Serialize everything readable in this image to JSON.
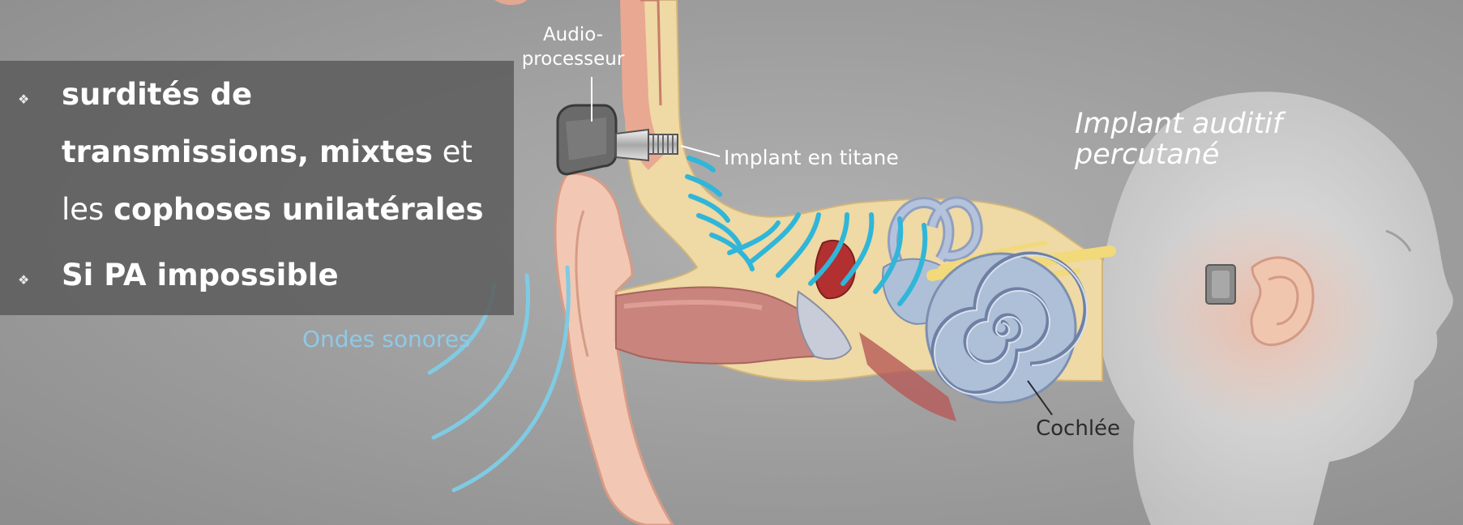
{
  "bullets": [
    {
      "lines": [
        {
          "bold": "surdités de"
        },
        {
          "bold": "transmissions, mixtes",
          "normal": " et"
        },
        {
          "normal_prefix": "les ",
          "bold": "cophoses unilatérales"
        }
      ]
    },
    {
      "lines": [
        {
          "bold": "Si PA impossible"
        }
      ]
    }
  ],
  "bullet_glyph": "❖",
  "diagram": {
    "labels": {
      "audio_processor_line1": "Audio-",
      "audio_processor_line2": "processeur",
      "titanium_implant": "Implant en titane",
      "sound_waves": "Ondes sonores",
      "cochlea": "Cochlée",
      "title_line1": "Implant auditif",
      "title_line2": "percutané"
    },
    "colors": {
      "background": "#9a9a9a",
      "wave_blue": "#2fb6d9",
      "bone": "#efd9a4",
      "skin": "#f2c8b4",
      "cochlea": "#aebfd8",
      "canal": "#c9847e",
      "text_panel": "#5c5c5c"
    }
  }
}
